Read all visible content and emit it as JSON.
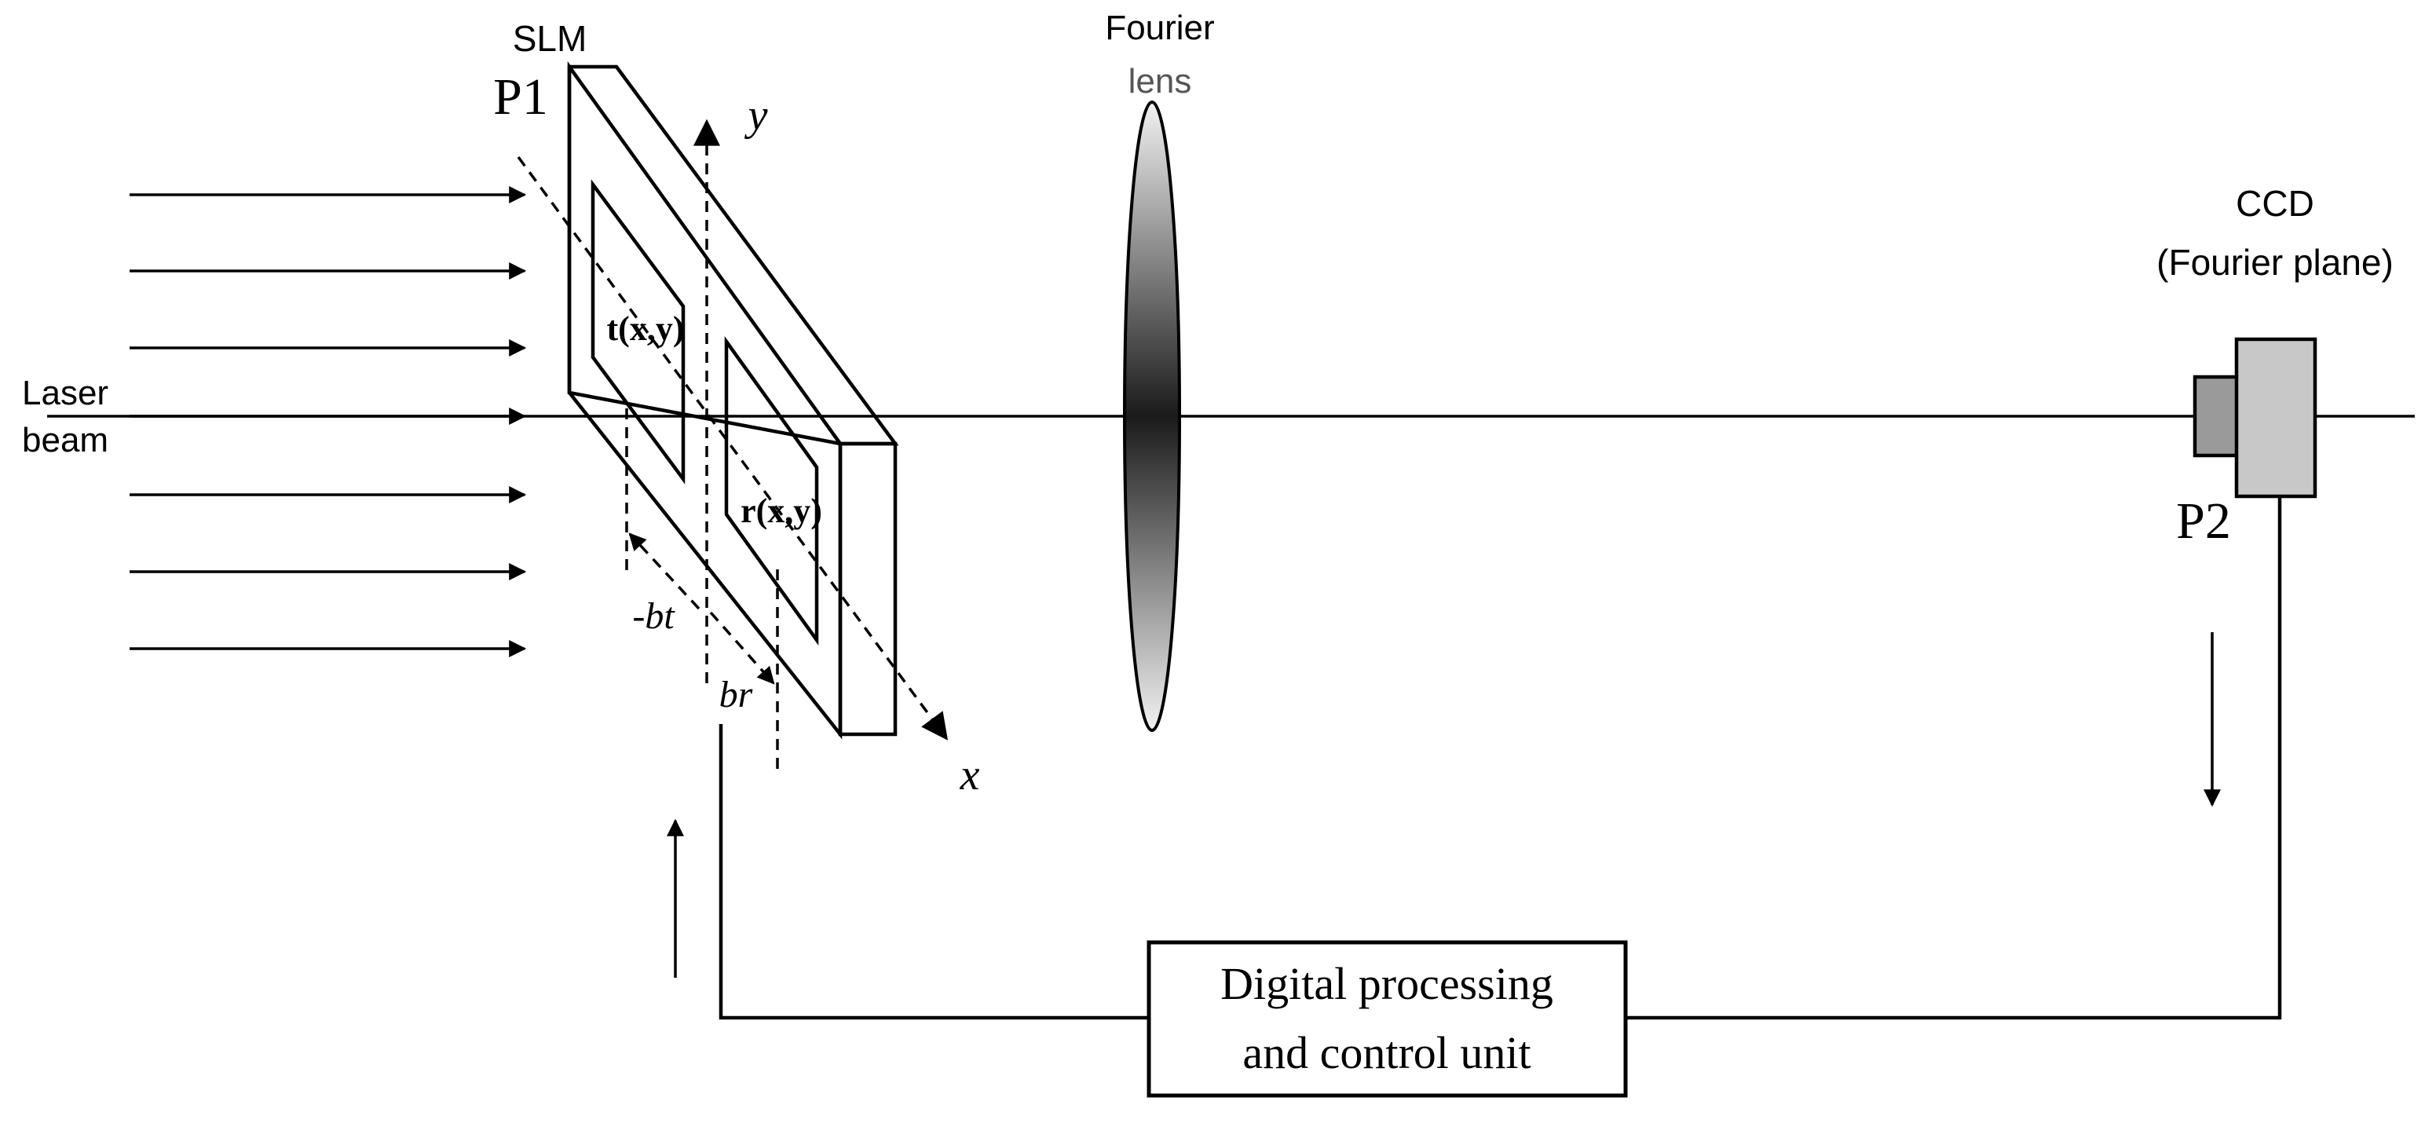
{
  "labels": {
    "slm": "SLM",
    "p1": "P1",
    "y_axis": "y",
    "x_axis": "x",
    "laser_line1": "Laser",
    "laser_line2": "beam",
    "t_region": "t(x,y)",
    "r_region": "r(x,y)",
    "neg_bt": "-bt",
    "br": "br",
    "lens_line1": "Fourier",
    "lens_line2": "lens",
    "ccd_line1": "CCD",
    "ccd_line2": "(Fourier plane)",
    "p2": "P2",
    "unit_line1": "Digital processing",
    "unit_line2": "and control unit"
  },
  "colors": {
    "stroke": "#000000",
    "background": "#ffffff",
    "lens_dark": "#1a1a1a",
    "lens_light": "#f2f2f2",
    "ccd_body": "#c8c8c8",
    "ccd_nose": "#9a9a9a",
    "lens_label": "#555555"
  }
}
